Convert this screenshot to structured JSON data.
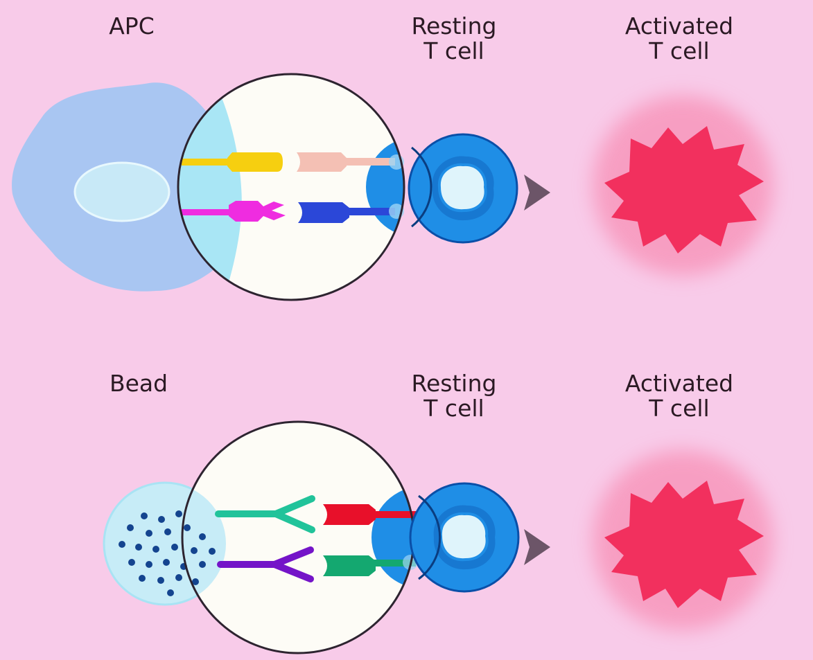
{
  "top_row": {
    "source_label": "APC",
    "resting_label": "Resting\nT cell",
    "activated_label": "Activated\nT cell"
  },
  "bottom_row": {
    "source_label": "Bead",
    "resting_label": "Resting\nT cell",
    "activated_label": "Activated\nT cell"
  },
  "colors": {
    "background": "#f8cbe9",
    "apc_fill": "#a9c6f2",
    "nucleus_fill": "#c8e9f7",
    "t_cell_fill": "#1f8ee6",
    "t_cell_outline": "#0a4fa8",
    "activated_fill": "#f2305e",
    "activated_glow": "#f77aa3",
    "bead_fill": "#c7ecf7",
    "bead_dots": "#14448f",
    "yellow_ligand": "#f6cf10",
    "peach_receptor": "#f4c0b4",
    "magenta_ligand": "#ef2ce0",
    "blue_receptor": "#2b47d8",
    "teal_antibody": "#21c39a",
    "purple_antibody": "#7414c8",
    "red_receptor": "#e8102a",
    "green_receptor": "#14a870",
    "arrow": "#6c5568"
  }
}
